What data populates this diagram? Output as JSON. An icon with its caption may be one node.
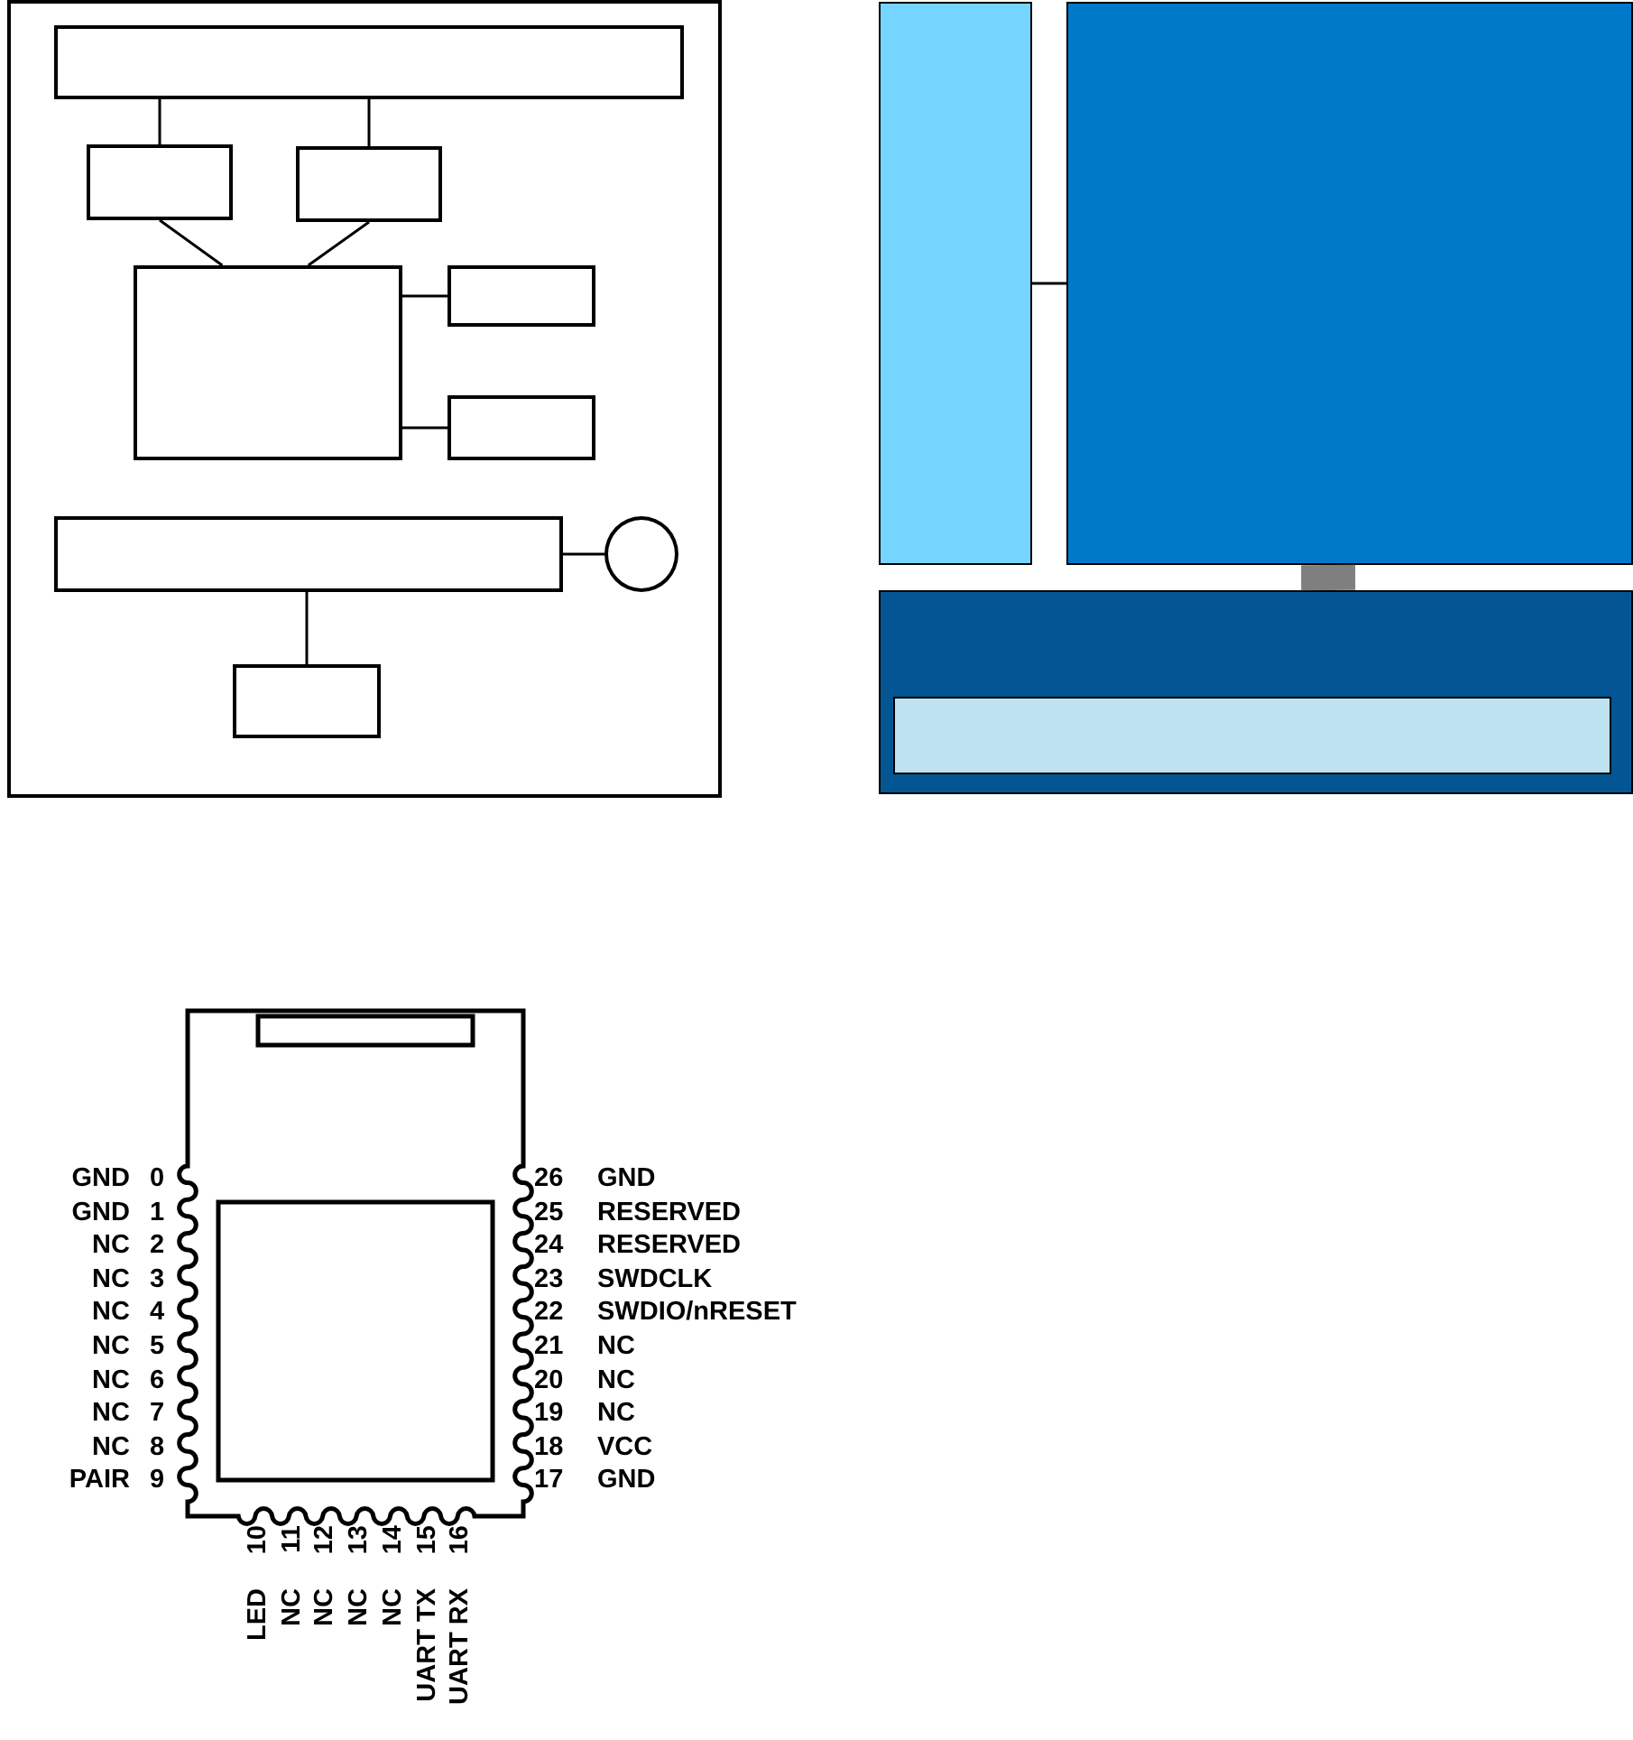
{
  "diagram": {
    "nodes": [
      {
        "text": [],
        "shape": "box"
      },
      {
        "text": [],
        "shape": "box",
        "in": 0
      },
      {
        "text": [],
        "shape": "box",
        "in": 0
      },
      {
        "text": [],
        "shape": "box",
        "in": 0
      },
      {
        "text": [],
        "shape": "box",
        "in": 0
      },
      {
        "text": [],
        "shape": "box",
        "in": 0
      },
      {
        "text": [],
        "shape": "box",
        "in": 0
      },
      {
        "text": [],
        "shape": "box",
        "in": 0
      },
      {
        "text": [],
        "shape": "circle",
        "in": 0
      },
      {
        "text": [],
        "shape": "box",
        "in": 0
      },
      {
        "text": [],
        "shape": "box"
      },
      {
        "text": [],
        "shape": "box"
      },
      {
        "text": [],
        "shape": "box"
      },
      {
        "text": [],
        "shape": "box",
        "in": 12
      }
    ],
    "edges": [
      {
        "from": 1,
        "to": 2,
        "arrow": "none"
      },
      {
        "from": 1,
        "to": 3,
        "arrow": "none"
      },
      {
        "from": 2,
        "to": 4,
        "arrow": "none"
      },
      {
        "from": 3,
        "to": 4,
        "arrow": "none"
      },
      {
        "from": 4,
        "to": 5,
        "arrow": "none"
      },
      {
        "from": 4,
        "to": 6,
        "arrow": "none"
      },
      {
        "from": 7,
        "to": 8,
        "arrow": "none"
      },
      {
        "from": 7,
        "to": 9,
        "arrow": "none"
      },
      {
        "from": 10,
        "to": 11,
        "arrow": "none"
      },
      {
        "from": 11,
        "to": 12,
        "arrow": "none",
        "style": "thick",
        "color": "#7f7f7f"
      }
    ],
    "labels": [
      "GND",
      "0",
      "26",
      "GND",
      "GND",
      "1",
      "25",
      "RESERVED",
      "NC",
      "2",
      "24",
      "RESERVED",
      "NC",
      "3",
      "23",
      "SWDCLK",
      "NC",
      "4",
      "22",
      "SWDIO/nRESET",
      "NC",
      "5",
      "21",
      "NC",
      "NC",
      "6",
      "20",
      "NC",
      "NC",
      "7",
      "19",
      "NC",
      "NC",
      "8",
      "18",
      "VCC",
      "PAIR",
      "9",
      "17",
      "GND",
      "10",
      "11",
      "12",
      "13",
      "14",
      "15",
      "16",
      "LED",
      "NC",
      "NC",
      "NC",
      "NC",
      "UART TX",
      "UART RX"
    ]
  }
}
